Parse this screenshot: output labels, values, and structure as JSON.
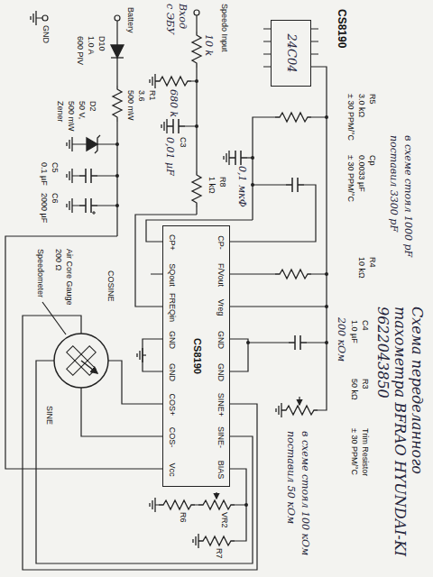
{
  "diagram": {
    "title": "Схема переделанного тахометра BFRAO HYUNDAI-KI 9622043850",
    "nodes": [
      {
        "text": [
          "CS8190",
          "CP+",
          "SQout",
          "FREQin",
          "GND",
          "GND",
          "COS+",
          "COS-",
          "Vcc",
          "BIAS",
          "SINE-",
          "SINE+",
          "GND",
          "GND",
          "Vreg",
          "F/Vout",
          "CP-"
        ]
      },
      {
        "text": [
          "24C04"
        ]
      }
    ],
    "labels": [
      "CS8190",
      "Battery",
      "D10",
      "1.0 A",
      "600 PIV",
      "R1",
      "3.6",
      "500 mW",
      "D2",
      "50 V,",
      "500 mW",
      "Zener",
      "C5",
      "0.1 µF",
      "C6",
      "2000 µF",
      "GND",
      "Speedo Input",
      "R5",
      "3.0 kΩ",
      "± 30 PPM/°C",
      "Cp",
      "0.0033 µF",
      "± 30 PPM/°C",
      "R4",
      "10 kΩ",
      "C4",
      "1.0 µF",
      "R3",
      "50 kΩ",
      "Trim Resistor",
      "± 30 PPM/°C",
      "COSINE",
      "SINE",
      "Air Core Gauge",
      "200 Ω",
      "Speedometer",
      "VR2",
      "R6",
      "R7",
      "в схеме стоял 1000 pF",
      "поставил 3300 pF",
      "в схеме стоял 100 кОм",
      "поставил 50 кОм",
      "200 кОм",
      "C3",
      "0,01 µF",
      "680 k",
      "10 k",
      "Вход",
      "с ЭБУ",
      "R8",
      "1 kΩ",
      "0,1 мкФ"
    ]
  }
}
